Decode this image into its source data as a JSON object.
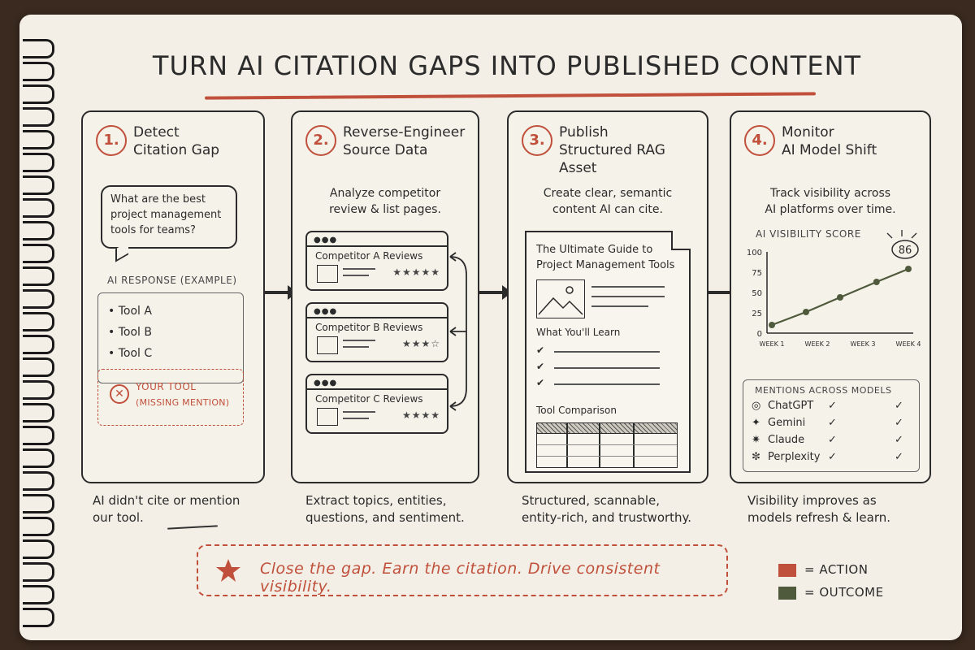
{
  "title": "TURN AI CITATION GAPS INTO PUBLISHED CONTENT",
  "colors": {
    "action": "#c0503b",
    "outcome": "#4f5a3c",
    "ink": "#2b2b2b",
    "paper": "#f3efe6"
  },
  "steps": [
    {
      "num": "1.",
      "title_line1": "Detect",
      "title_line2": "Citation Gap",
      "bubble_line1": "What are the best",
      "bubble_line2": "project management",
      "bubble_line3": "tools for teams?",
      "response_label": "AI RESPONSE (EXAMPLE)",
      "tools": [
        "Tool A",
        "Tool B",
        "Tool C"
      ],
      "missing_line1": "YOUR TOOL",
      "missing_line2": "(MISSING MENTION)",
      "caption_line1": "AI didn't cite or mention",
      "caption_line2": "our tool."
    },
    {
      "num": "2.",
      "title_line1": "Reverse-Engineer",
      "title_line2": "Source Data",
      "sub_line1": "Analyze competitor",
      "sub_line2": "review & list pages.",
      "cards": [
        {
          "label": "Competitor A Reviews",
          "stars": "★★★★★"
        },
        {
          "label": "Competitor B Reviews",
          "stars": "★★★☆"
        },
        {
          "label": "Competitor C Reviews",
          "stars": "★★★★"
        }
      ],
      "caption_line1": "Extract topics, entities,",
      "caption_line2": "questions, and sentiment."
    },
    {
      "num": "3.",
      "title_line1": "Publish",
      "title_line2": "Structured RAG Asset",
      "sub_line1": "Create clear, semantic",
      "sub_line2": "content AI can cite.",
      "doc_title_line1": "The Ultimate Guide to",
      "doc_title_line2": "Project Management Tools",
      "learn_label": "What You'll Learn",
      "compare_label": "Tool Comparison",
      "caption_line1": "Structured, scannable,",
      "caption_line2": "entity-rich, and trustworthy."
    },
    {
      "num": "4.",
      "title_line1": "Monitor",
      "title_line2": "AI Model Shift",
      "sub_line1": "Track visibility across",
      "sub_line2": "AI platforms over time.",
      "mentions_label": "MENTIONS ACROSS MODELS",
      "models": [
        "ChatGPT",
        "Gemini",
        "Claude",
        "Perplexity"
      ],
      "model_icons": [
        "openai-icon",
        "gemini-sparkle-icon",
        "claude-burst-icon",
        "perplexity-icon"
      ],
      "check_glyph": "✓",
      "caption_line1": "Visibility improves as",
      "caption_line2": "models refresh & learn."
    }
  ],
  "chart_data": {
    "type": "line",
    "title": "AI VISIBILITY SCORE",
    "categories": [
      "WEEK 1",
      "WEEK 2",
      "WEEK 3",
      "WEEK 4"
    ],
    "x": [
      1,
      1.5,
      2,
      2.5,
      3,
      3.5,
      4
    ],
    "values": [
      10,
      26,
      44,
      63,
      79
    ],
    "x_points": [
      1,
      1.75,
      2.5,
      3.3,
      4
    ],
    "ylim": [
      0,
      100
    ],
    "yticks": [
      0,
      25,
      50,
      75,
      100
    ],
    "annotation": "86"
  },
  "banner": {
    "text": "Close the gap. Earn the citation. Drive consistent visibility."
  },
  "legend": {
    "action": "= ACTION",
    "outcome": "= OUTCOME"
  }
}
